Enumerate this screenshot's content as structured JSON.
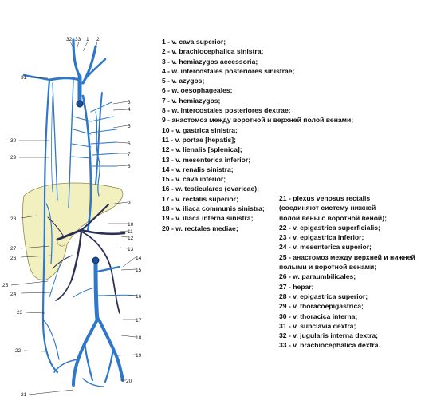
{
  "diagram": {
    "callouts": {
      "n32": "32",
      "n33": "33",
      "n1": "1",
      "n2": "2",
      "n3": "3",
      "n4": "4",
      "n5": "5",
      "n6": "6",
      "n7": "7",
      "n8": "8",
      "n9": "9",
      "n10": "10",
      "n11": "11",
      "n12": "12",
      "n13": "13",
      "n14": "14",
      "n15": "15",
      "n16": "16",
      "n17": "17",
      "n18": "18",
      "n19": "19",
      "n20": "20",
      "n21": "21",
      "n22": "22",
      "n23": "23",
      "n24": "24",
      "n25": "25",
      "n26": "26",
      "n27": "27",
      "n28": "28",
      "n29": "29",
      "n30": "30",
      "n31": "31"
    },
    "colors": {
      "vein": "#2f77c8",
      "vein_dark": "#1a4f9a",
      "liver": "#f3f0c0",
      "liver_edge": "#8e8a52",
      "portal": "#2b2f55"
    }
  },
  "legend": {
    "left": [
      "1 - v. cava superior;",
      "2 - v. brachiocephalica sinistra;",
      "3 - v. hemiazygos accessoria;",
      "4 - w. intercostales posteriores sinistrae;",
      "5 - v. azygos;",
      "6 - w. oesophageales;",
      "7 - v. hemiazygos;",
      "8 - w. intercostales posteriores dextrae;",
      "9 - анастомоз между воротной и верхней полой венами;",
      "10 - v. gastrica sinistra;",
      "11 - v. portae [hepatis];",
      "12 - v. lienalis [splenica];",
      "13 - v. mesenterica inferior;",
      "14 - v. renalis sinistra;",
      "15 - v. cava inferior;",
      "16 - w. testiculares (ovaricae);",
      "17 - v. rectalis superior;",
      "18 - v. iliaca communis sinistra;",
      "19 - v. iliaca interna sinistra;",
      "20 - w. rectales mediae;"
    ],
    "right": [
      "21 - plexus venosus rectalis",
      "(соединяют систему нижней",
      " полой вены с воротной веной);",
      "22 - v. epigastrica superficialis;",
      "23 - v. epigastrica inferior;",
      "24 - v. mesenterica superior;",
      "25 - анастомоз между верхней и нижней",
      "полыми и воротной венами;",
      "26 - w. paraumbilicales;",
      "27 - hepar;",
      "28 - v. epigastrica superior;",
      "29 - v. thoracoepigastrica;",
      "30 - v. thoracica interna;",
      "31 - v. subclavia dextra;",
      "32 - v. jugularis interna dextra;",
      "33 - v. brachiocephalica dextra."
    ]
  }
}
